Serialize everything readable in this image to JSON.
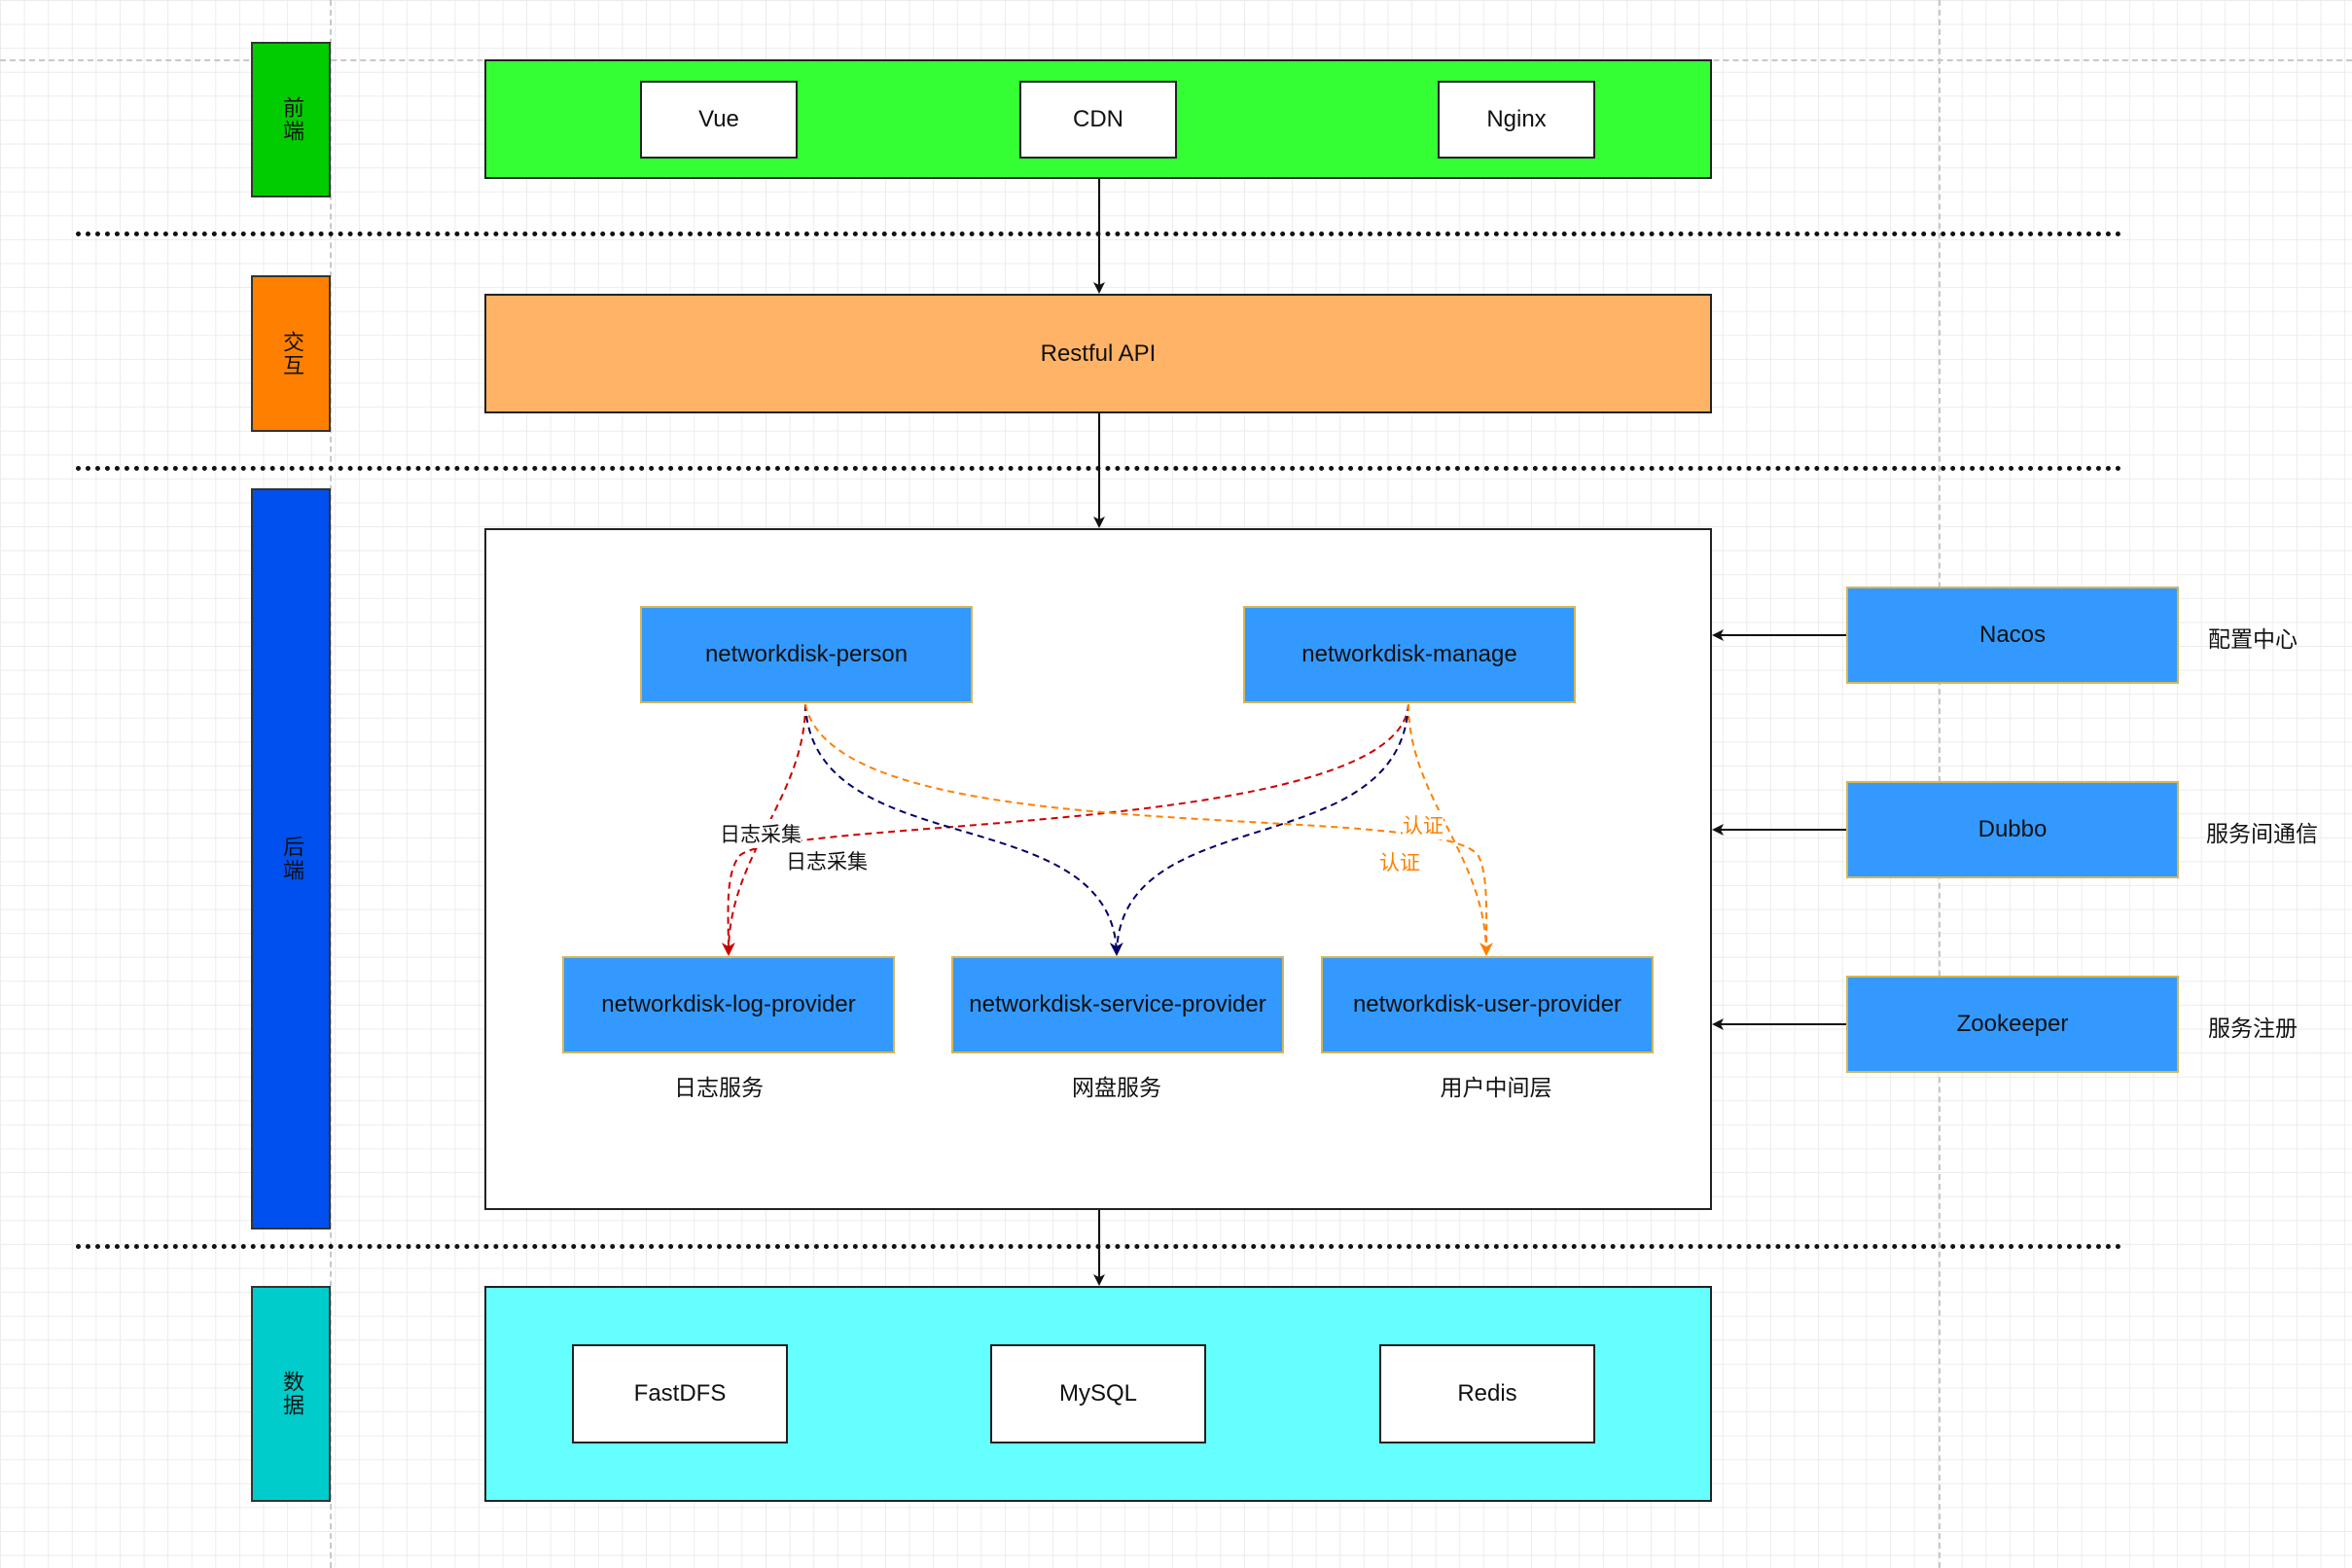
{
  "lanes": {
    "frontend": "前端",
    "interaction": "交互",
    "backend": "后端",
    "data": "数据"
  },
  "frontend": {
    "items": [
      "Vue",
      "CDN",
      "Nginx"
    ]
  },
  "interaction": {
    "label": "Restful API"
  },
  "backend": {
    "person": "networkdisk-person",
    "manage": "networkdisk-manage",
    "log_provider": "networkdisk-log-provider",
    "service_provider": "networkdisk-service-provider",
    "user_provider": "networkdisk-user-provider",
    "log_caption": "日志服务",
    "service_caption": "网盘服务",
    "user_caption": "用户中间层",
    "edge_log_1": "日志采集",
    "edge_log_2": "日志采集",
    "edge_auth_1": "认证",
    "edge_auth_2": "认证"
  },
  "side": {
    "nacos": "Nacos",
    "nacos_caption": "配置中心",
    "dubbo": "Dubbo",
    "dubbo_caption": "服务间通信",
    "zookeeper": "Zookeeper",
    "zookeeper_caption": "服务注册"
  },
  "data_layer": {
    "items": [
      "FastDFS",
      "MySQL",
      "Redis"
    ]
  },
  "colors": {
    "frontend_lane": "#00cc00",
    "frontend_bg": "#33ff33",
    "interaction_lane": "#ff8000",
    "interaction_bg": "#ffb366",
    "backend_lane": "#0050ef",
    "service_fill": "#3399ff",
    "data_lane": "#00cccc",
    "data_bg": "#66ffff",
    "edge_log": "#cc0000",
    "edge_service": "#000066",
    "edge_auth": "#ff8000"
  }
}
